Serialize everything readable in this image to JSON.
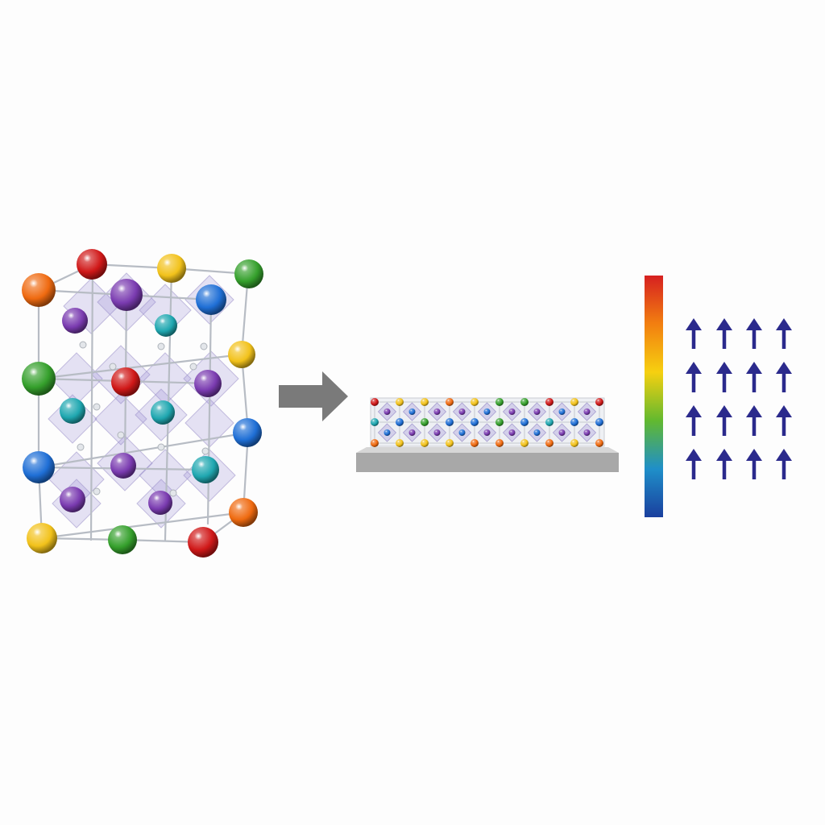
{
  "figure": {
    "panels": [
      "bulk-crystal",
      "process-arrow",
      "thin-film-on-substrate",
      "color-scale-bar",
      "polarization-arrows"
    ],
    "colors": {
      "background": "#fdfdfd",
      "bond": "#b7bcc4",
      "octahedron": "#8f7fd0",
      "arrow_grey": "#7a7a7a",
      "substrate_top": "#d6d6d6",
      "substrate_front": "#a8a8a8",
      "polarization_arrow": "#2b2a8c"
    },
    "atom_colors": {
      "red": "#d01818",
      "orange": "#ef6a10",
      "yellow": "#f2c21b",
      "green": "#35a02c",
      "blue": "#1f6fd6",
      "purple": "#7a3bb0",
      "teal": "#1fa7b0"
    },
    "color_scale": {
      "stops": [
        "#d62020",
        "#f27f10",
        "#f6d010",
        "#62b92f",
        "#1f8fc9",
        "#1a3f9e"
      ]
    },
    "polarization_grid": {
      "rows": 4,
      "cols": 4,
      "direction": "up"
    }
  }
}
